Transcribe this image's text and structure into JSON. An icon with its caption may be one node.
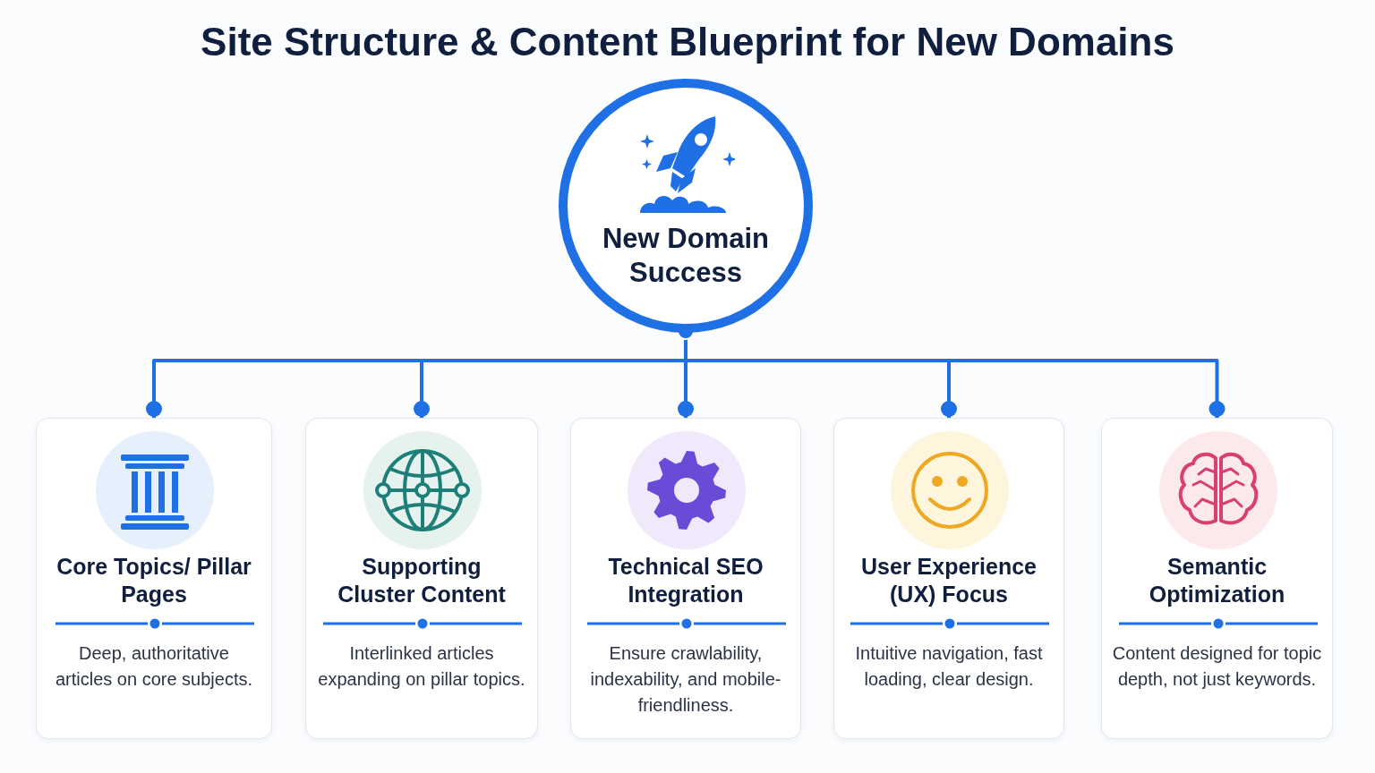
{
  "diagram": {
    "title": "Site Structure & Content Blueprint for New Domains",
    "nodes": [
      {
        "text": [
          "New Domain Success"
        ]
      },
      {
        "text": [
          "Core Topics/ Pillar Pages",
          "Deep, authoritative articles on core subjects."
        ]
      },
      {
        "text": [
          "Supporting Cluster Content",
          "Interlinked articles expanding on pillar topics."
        ]
      },
      {
        "text": [
          "Technical SEO Integration",
          "Ensure crawlability, indexability, and mobile-friendliness."
        ]
      },
      {
        "text": [
          "User Experience (UX) Focus",
          "Intuitive navigation, fast loading, clear design."
        ]
      },
      {
        "text": [
          "Semantic Optimization",
          "Content designed for topic depth, not just keywords."
        ]
      }
    ],
    "edges": [
      {
        "from": 0,
        "to": 1,
        "arrow": "other"
      },
      {
        "from": 0,
        "to": 2,
        "arrow": "other"
      },
      {
        "from": 0,
        "to": 3,
        "arrow": "other"
      },
      {
        "from": 0,
        "to": 4,
        "arrow": "other"
      },
      {
        "from": 0,
        "to": 5,
        "arrow": "other"
      }
    ]
  }
}
